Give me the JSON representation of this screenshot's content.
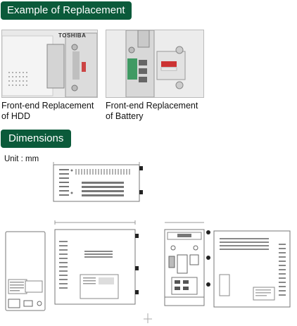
{
  "sections": {
    "replacement_title": "Example of Replacement",
    "dimensions_title": "Dimensions"
  },
  "photos": [
    {
      "caption_line1": "Front-end Replacement",
      "caption_line2": "of HDD",
      "brand": "TOSHIBA"
    },
    {
      "caption_line1": "Front-end Replacement",
      "caption_line2": "of Battery"
    }
  ],
  "dimensions": {
    "unit_label": "Unit : mm"
  },
  "colors": {
    "section_bg": "#0b5a3a",
    "section_text": "#ffffff",
    "drawing_line": "#777777"
  }
}
